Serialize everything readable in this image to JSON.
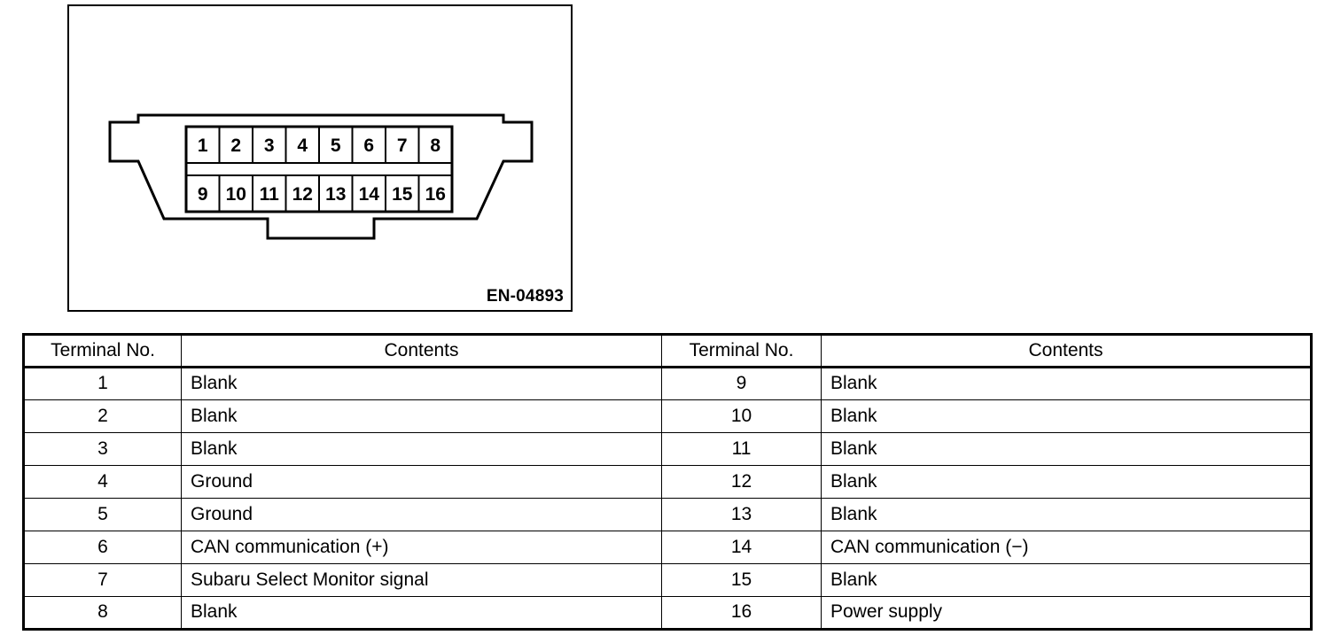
{
  "figure": {
    "code": "EN-04893",
    "connector_name": "data-link-connector",
    "pins_top": [
      "1",
      "2",
      "3",
      "4",
      "5",
      "6",
      "7",
      "8"
    ],
    "pins_bottom": [
      "9",
      "10",
      "11",
      "12",
      "13",
      "14",
      "15",
      "16"
    ]
  },
  "table": {
    "headers": {
      "terminal": "Terminal No.",
      "contents": "Contents"
    },
    "rows": [
      {
        "left_terminal": "1",
        "left_contents": "Blank",
        "right_terminal": "9",
        "right_contents": "Blank"
      },
      {
        "left_terminal": "2",
        "left_contents": "Blank",
        "right_terminal": "10",
        "right_contents": "Blank"
      },
      {
        "left_terminal": "3",
        "left_contents": "Blank",
        "right_terminal": "11",
        "right_contents": "Blank"
      },
      {
        "left_terminal": "4",
        "left_contents": "Ground",
        "right_terminal": "12",
        "right_contents": "Blank"
      },
      {
        "left_terminal": "5",
        "left_contents": "Ground",
        "right_terminal": "13",
        "right_contents": "Blank"
      },
      {
        "left_terminal": "6",
        "left_contents": "CAN communication (+)",
        "right_terminal": "14",
        "right_contents": "CAN communication (−)"
      },
      {
        "left_terminal": "7",
        "left_contents": "Subaru Select Monitor signal",
        "right_terminal": "15",
        "right_contents": "Blank"
      },
      {
        "left_terminal": "8",
        "left_contents": "Blank",
        "right_terminal": "16",
        "right_contents": "Power supply"
      }
    ]
  },
  "colors": {
    "ink": "#000000",
    "paper": "#ffffff"
  }
}
